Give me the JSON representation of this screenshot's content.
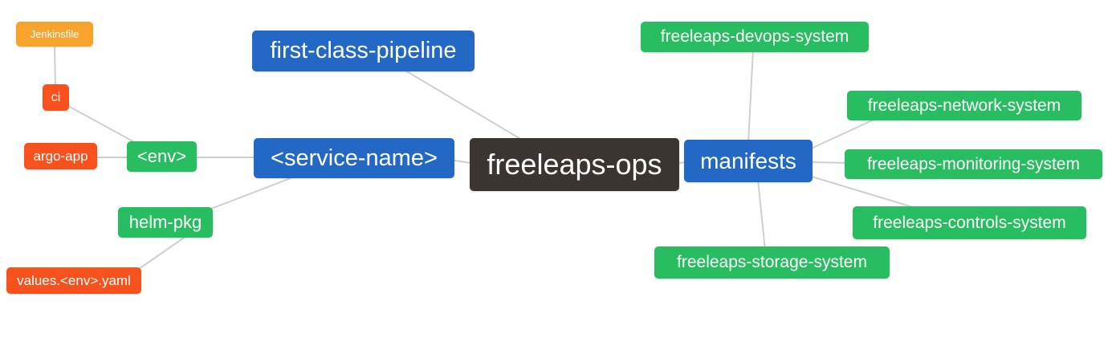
{
  "diagram": {
    "type": "mindmap",
    "root_label": "freeleaps-ops",
    "colors": {
      "background": "#ffffff",
      "root_node": "#3a3531",
      "blue_node": "#2368c4",
      "green_node": "#27bd60",
      "orange_node": "#f8a42c",
      "red_node": "#f7511d",
      "edge_line": "#cfcfcf",
      "node_text": "#ffffff"
    },
    "nodes": [
      {
        "id": "jenkinsfile",
        "label": "Jenkinsfile",
        "color": "orange"
      },
      {
        "id": "ci",
        "label": "ci",
        "color": "red"
      },
      {
        "id": "argo-app",
        "label": "argo-app",
        "color": "red"
      },
      {
        "id": "env",
        "label": "<env>",
        "color": "green"
      },
      {
        "id": "service-name",
        "label": "<service-name>",
        "color": "blue"
      },
      {
        "id": "first-class-pipeline",
        "label": "first-class-pipeline",
        "color": "blue"
      },
      {
        "id": "freeleaps-ops",
        "label": "freeleaps-ops",
        "color": "root"
      },
      {
        "id": "manifests",
        "label": "manifests",
        "color": "blue"
      },
      {
        "id": "helm-pkg",
        "label": "helm-pkg",
        "color": "green"
      },
      {
        "id": "values-env-yaml",
        "label": "values.<env>.yaml",
        "color": "red"
      },
      {
        "id": "devops-system",
        "label": "freeleaps-devops-system",
        "color": "green"
      },
      {
        "id": "network-system",
        "label": "freeleaps-network-system",
        "color": "green"
      },
      {
        "id": "monitoring-system",
        "label": "freeleaps-monitoring-system",
        "color": "green"
      },
      {
        "id": "controls-system",
        "label": "freeleaps-controls-system",
        "color": "green"
      },
      {
        "id": "storage-system",
        "label": "freeleaps-storage-system",
        "color": "green"
      }
    ],
    "edges": [
      {
        "from": "jenkinsfile",
        "to": "ci"
      },
      {
        "from": "ci",
        "to": "env"
      },
      {
        "from": "argo-app",
        "to": "env"
      },
      {
        "from": "env",
        "to": "service-name"
      },
      {
        "from": "service-name",
        "to": "freeleaps-ops"
      },
      {
        "from": "first-class-pipeline",
        "to": "freeleaps-ops"
      },
      {
        "from": "helm-pkg",
        "to": "service-name"
      },
      {
        "from": "values-env-yaml",
        "to": "helm-pkg"
      },
      {
        "from": "freeleaps-ops",
        "to": "manifests"
      },
      {
        "from": "manifests",
        "to": "devops-system"
      },
      {
        "from": "manifests",
        "to": "network-system"
      },
      {
        "from": "manifests",
        "to": "monitoring-system"
      },
      {
        "from": "manifests",
        "to": "controls-system"
      },
      {
        "from": "manifests",
        "to": "storage-system"
      }
    ]
  }
}
